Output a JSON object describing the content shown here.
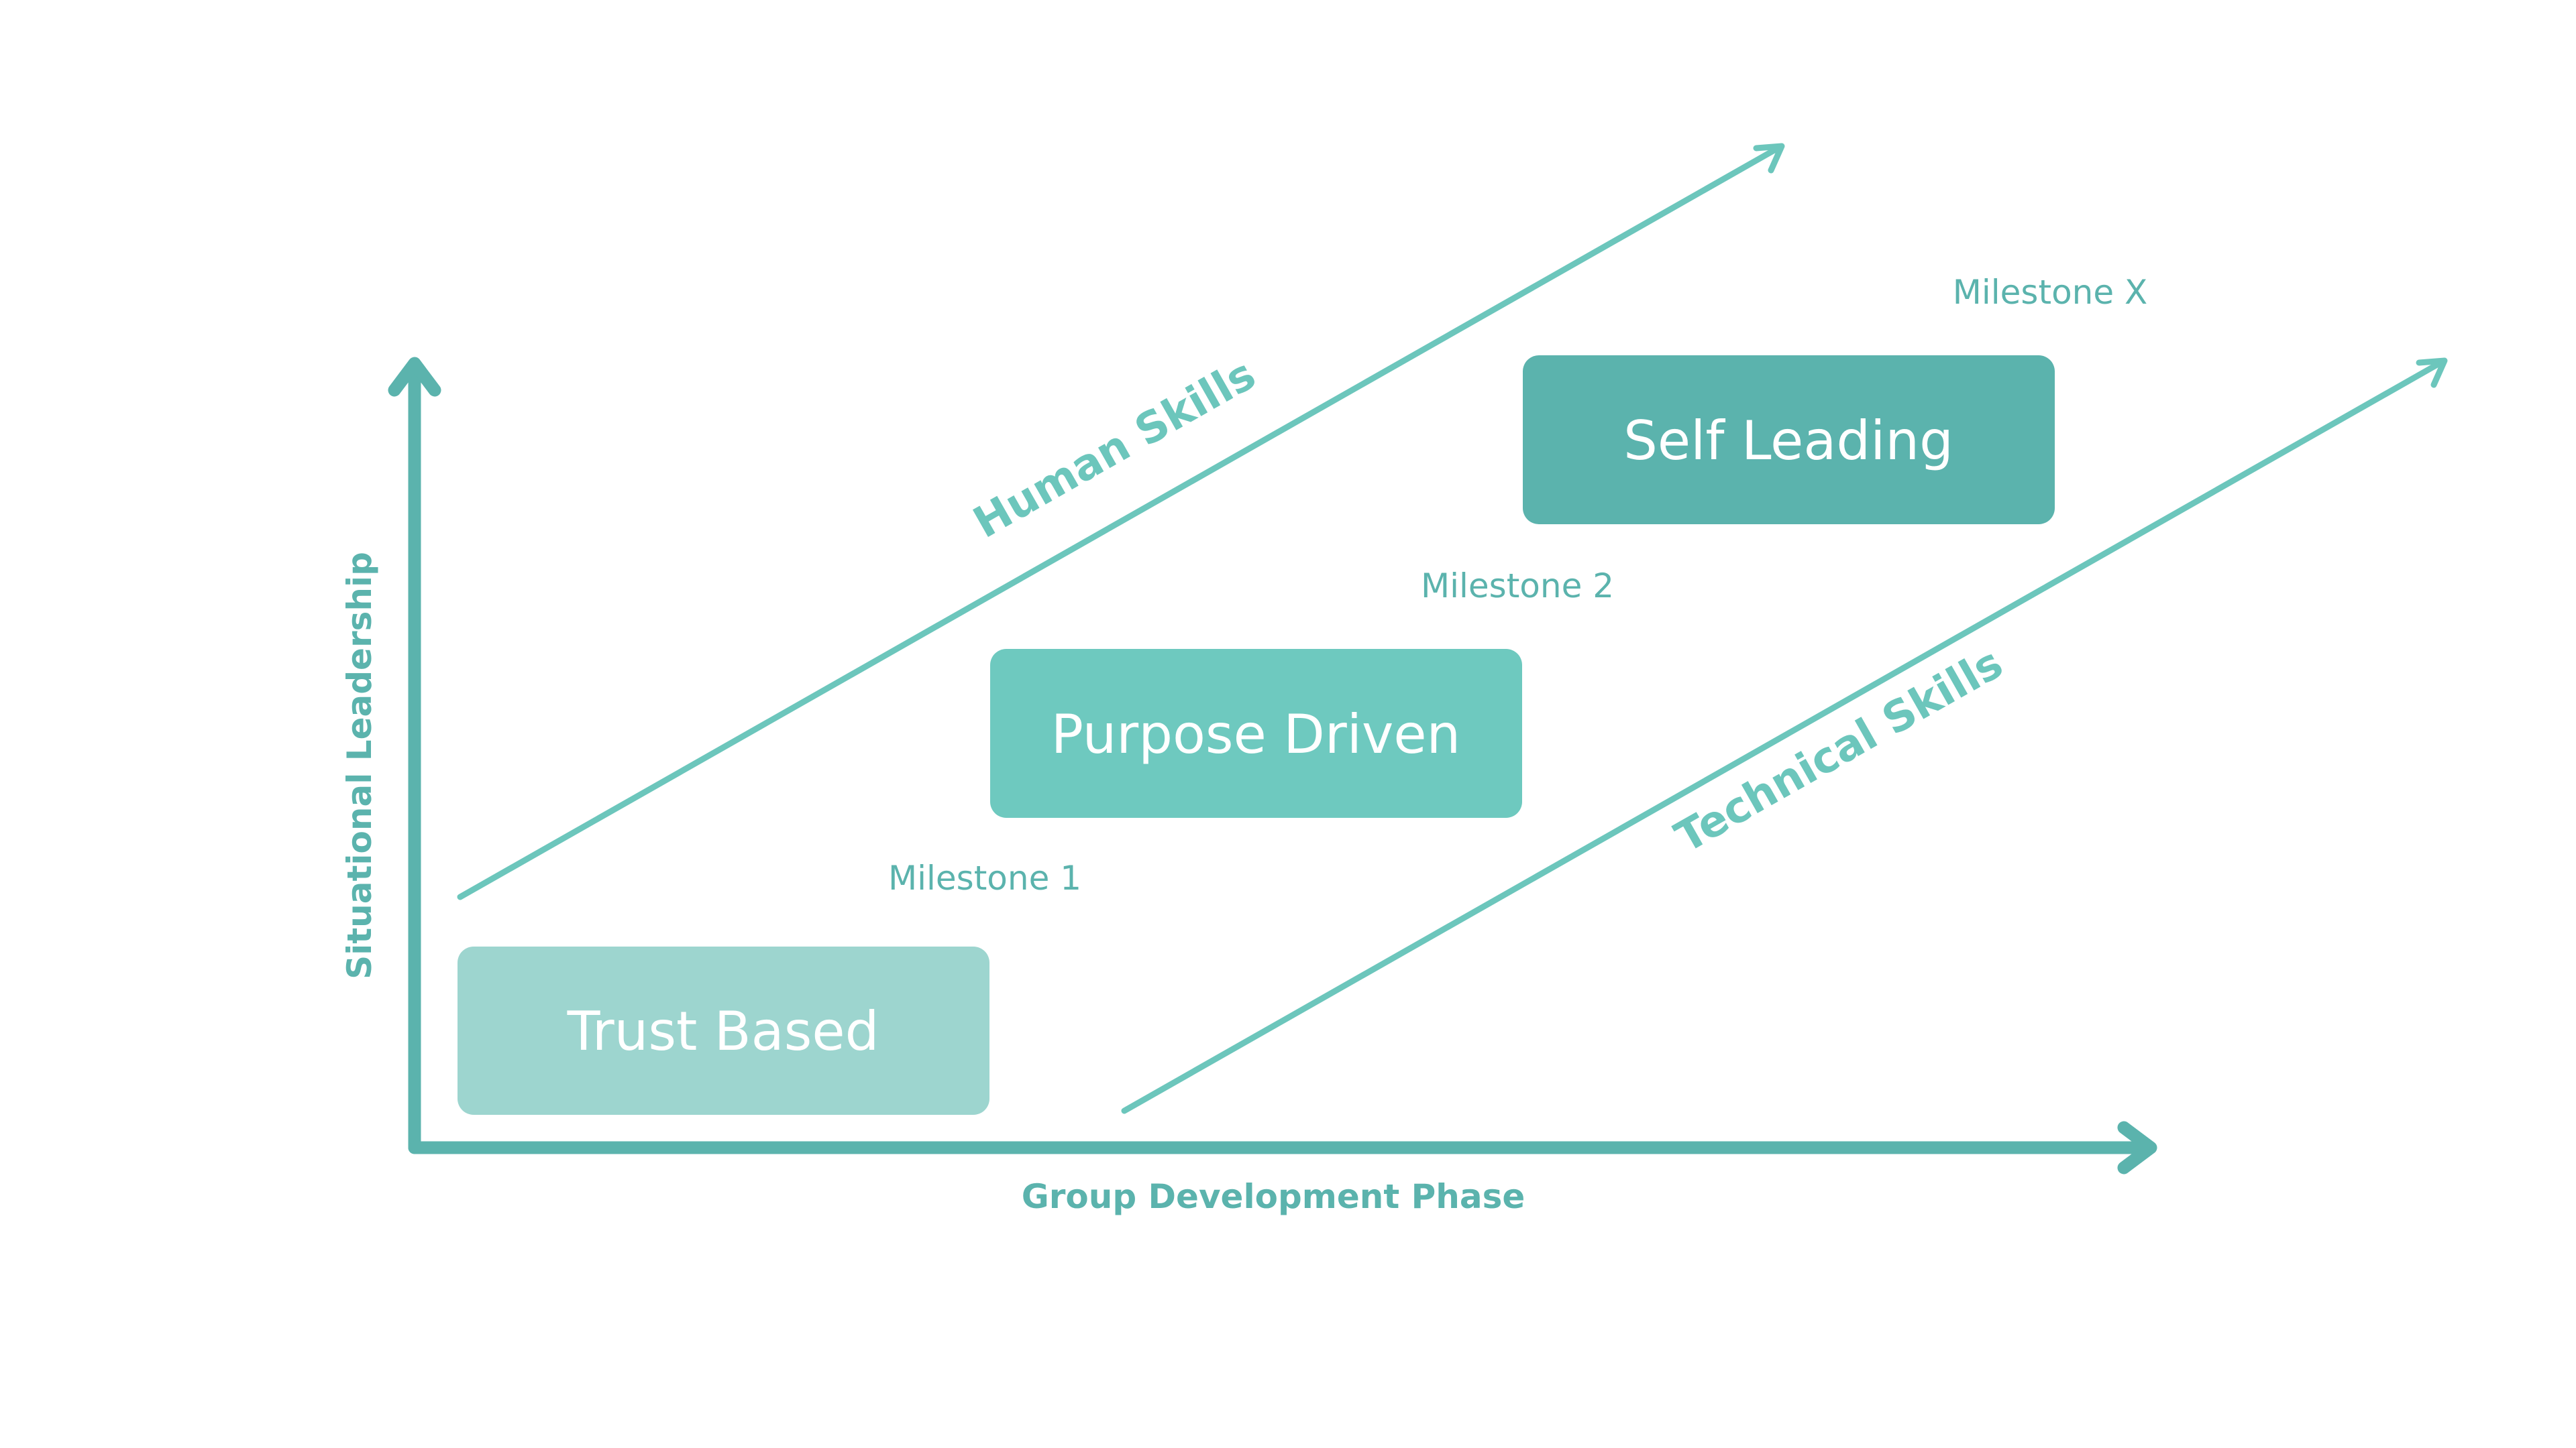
{
  "axes": {
    "x_label": "Group Development Phase",
    "y_label": "Situational Leadership"
  },
  "skills": {
    "human": "Human Skills",
    "technical": "Technical Skills"
  },
  "stages": [
    {
      "label": "Trust Based",
      "color": "#9dd5cf"
    },
    {
      "label": "Purpose Driven",
      "color": "#6ec9bf"
    },
    {
      "label": "Self Leading",
      "color": "#5bb3ad"
    }
  ],
  "milestones": [
    "Milestone 1",
    "Milestone 2",
    "Milestone X"
  ],
  "colors": {
    "axis": "#5bb3ad",
    "skill_arrow": "#6cc6bc",
    "stage_text": "#ffffff"
  }
}
